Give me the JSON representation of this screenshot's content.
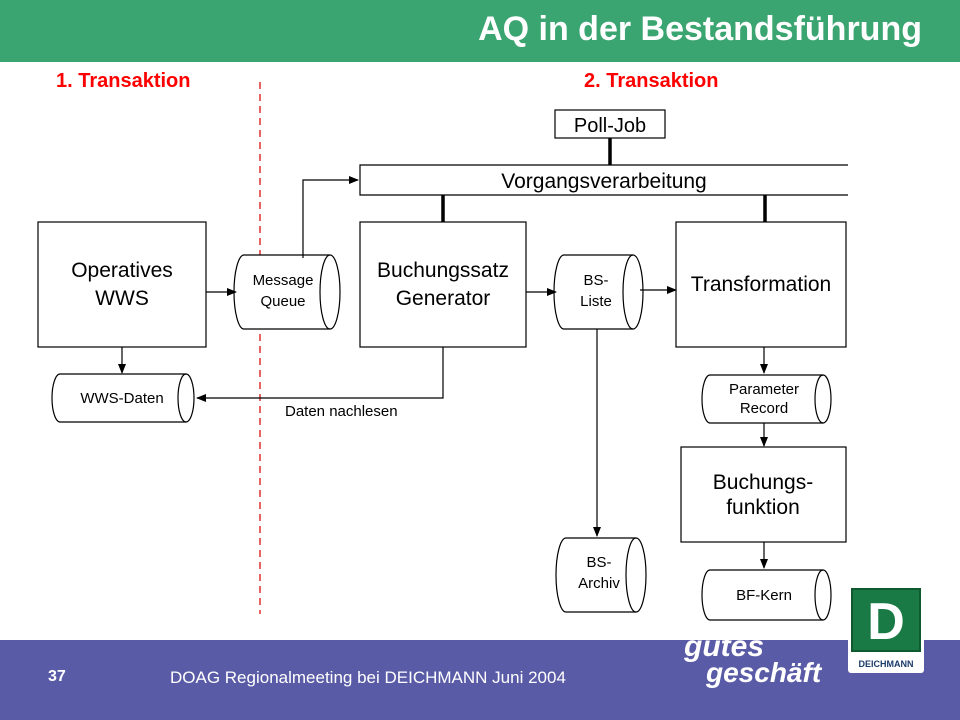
{
  "header": {
    "title": "AQ in der Bestandsführung",
    "color": "#3aa570"
  },
  "sections": {
    "first": "1. Transaktion",
    "second": "2. Transaktion",
    "color": "#ff0000"
  },
  "nodes": {
    "poll_job": "Poll-Job",
    "vorgang": "Vorgangsverarbeitung",
    "operatives": [
      "Operatives",
      "WWS"
    ],
    "message_queue": [
      "Message",
      "Queue"
    ],
    "generator": [
      "Buchungssatz",
      "Generator"
    ],
    "bs_liste": [
      "BS-",
      "Liste"
    ],
    "transformation": "Transformation",
    "wws_daten": "WWS-Daten",
    "parameter_record": [
      "Parameter",
      "Record"
    ],
    "buchungsfunktion": [
      "Buchungs-",
      "funktion"
    ],
    "bs_archiv": [
      "BS-",
      "Archiv"
    ],
    "bf_kern": "BF-Kern"
  },
  "edges": {
    "daten_nachlesen": "Daten nachlesen"
  },
  "footer": {
    "page_number": "37",
    "text": "DOAG Regionalmeeting bei DEICHMANN Juni 2004",
    "color": "#5a5ba6"
  },
  "branding": {
    "slogan": [
      "gutes",
      "geschäft"
    ],
    "logo_letter": "D",
    "logo_name": "DEICHMANN",
    "logo_color": "#1a7a45"
  }
}
